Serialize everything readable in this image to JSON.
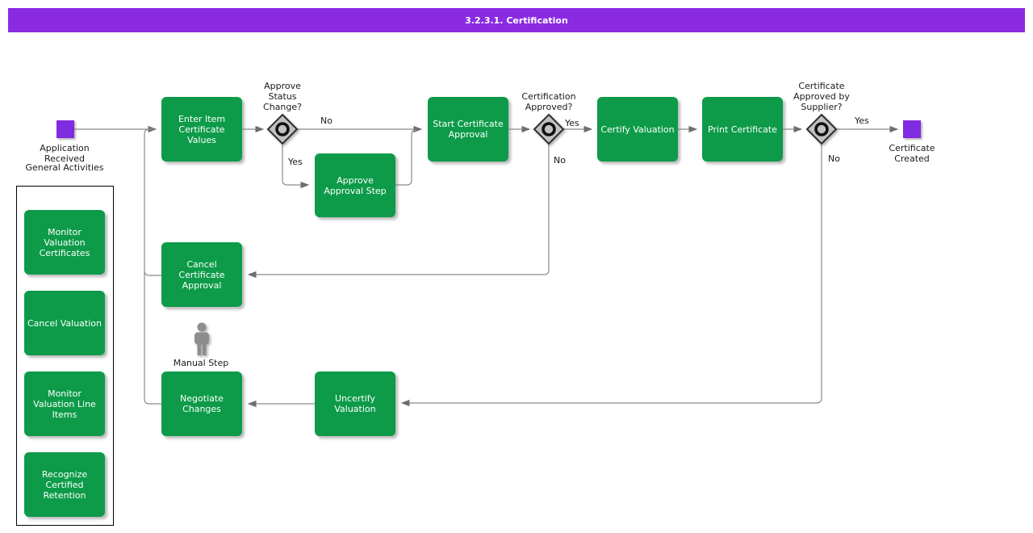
{
  "title": "3.2.3.1. Certification",
  "colors": {
    "title_bar": "#8A2BE2",
    "event_square": "#7F2BE0",
    "task_green": "#0D9B49",
    "connector_gray": "#8A8A8A",
    "gateway_fill": "#C2C2C2"
  },
  "events": {
    "start": {
      "label": "Application Received"
    },
    "end": {
      "label": "Certificate Created"
    }
  },
  "group": {
    "label": "General Activities",
    "items": [
      {
        "label": "Monitor Valuation Certificates"
      },
      {
        "label": "Cancel Valuation"
      },
      {
        "label": "Monitor Valuation Line Items"
      },
      {
        "label": "Recognize Certified Retention"
      }
    ]
  },
  "tasks": {
    "enter_item": {
      "label": "Enter Item Certificate Values"
    },
    "approve_step": {
      "label": "Approve Approval Step"
    },
    "start_approval": {
      "label": "Start Certificate Approval"
    },
    "certify": {
      "label": "Certify Valuation"
    },
    "print_certificate": {
      "label": "Print Certificate"
    },
    "cancel_approval": {
      "label": "Cancel Certificate Approval"
    },
    "negotiate": {
      "label": "Negotiate Changes"
    },
    "uncertify": {
      "label": "Uncertify Valuation"
    }
  },
  "gateways": {
    "approve_status": {
      "label": "Approve Status Change?",
      "yes": "Yes",
      "no": "No"
    },
    "certification_approved": {
      "label": "Certification Approved?",
      "yes": "Yes",
      "no": "No"
    },
    "supplier_approved": {
      "label": "Certificate Approved by Supplier?",
      "yes": "Yes",
      "no": "No"
    }
  },
  "annotations": {
    "manual_step": "Manual Step"
  }
}
